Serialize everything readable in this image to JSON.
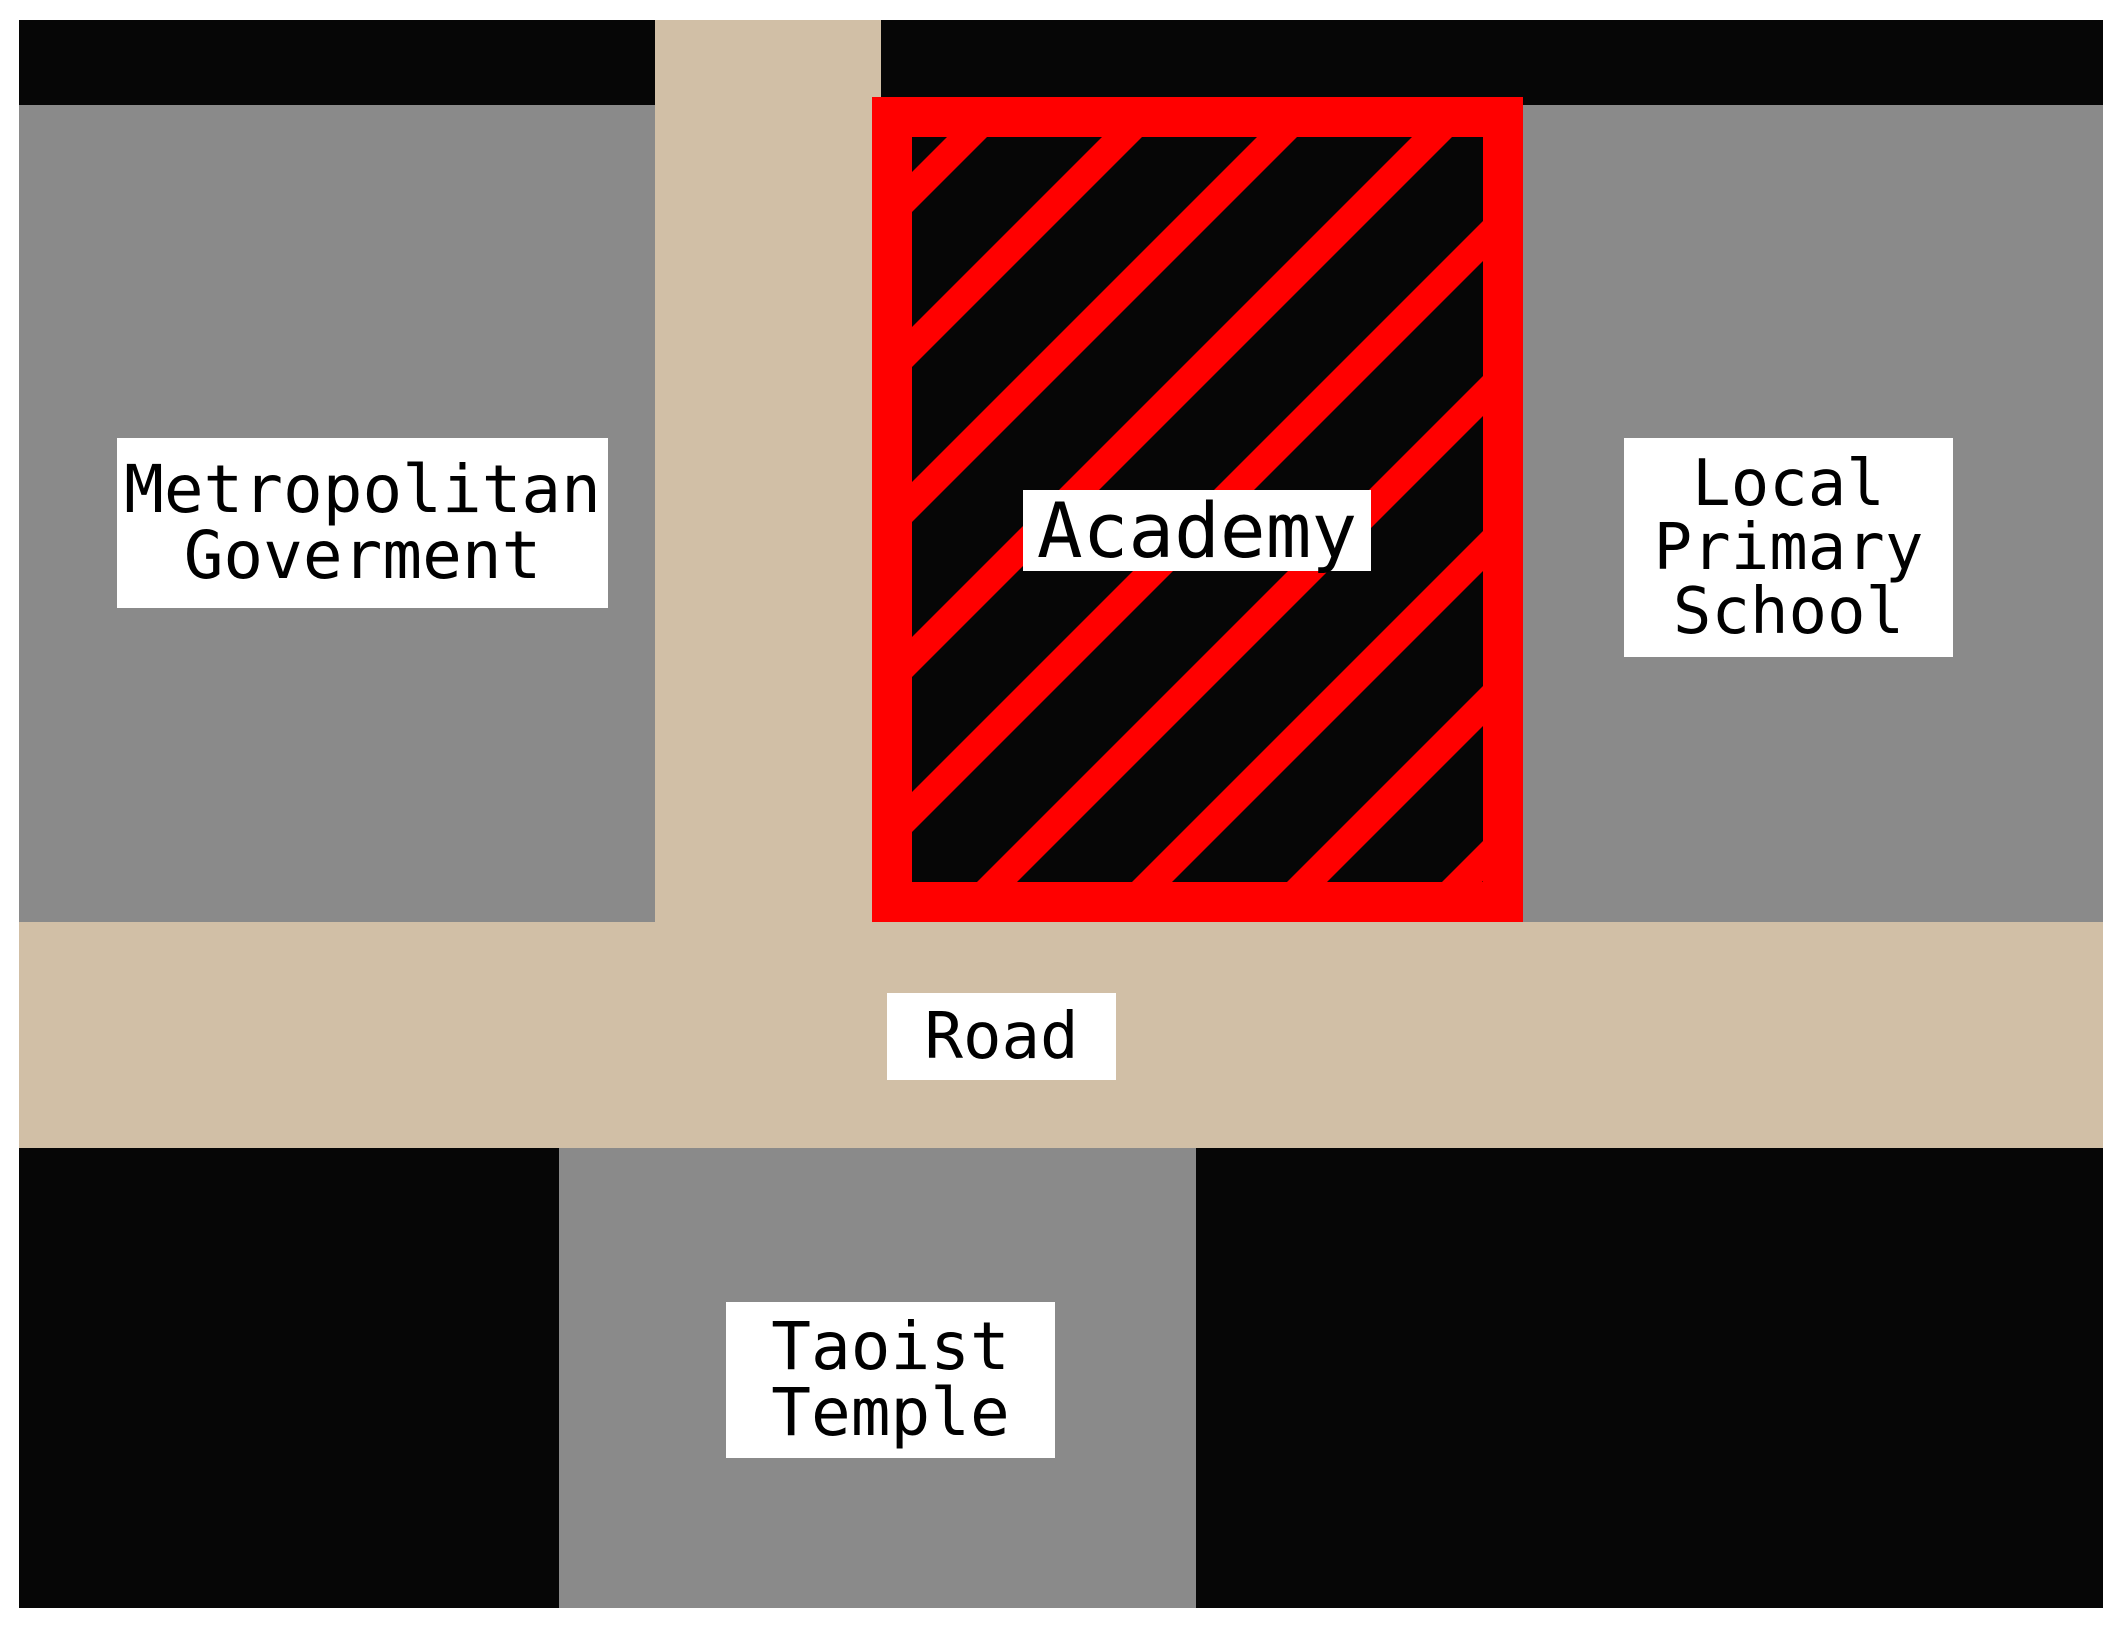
{
  "colors": {
    "background": "#ffffff",
    "dark_block": "#060606",
    "building": "#8a8a8a",
    "road": "#d1bfa6",
    "highlight": "#ff0000",
    "label_bg": "#ffffff",
    "label_text": "#000000"
  },
  "labels": {
    "metropolitan_government": [
      "Metropolitan",
      "Goverment"
    ],
    "academy": "Academy",
    "local_primary_school": [
      "Local",
      "Primary",
      "School"
    ],
    "road": "Road",
    "taoist_temple": [
      "Taoist",
      "Temple"
    ]
  },
  "highlight_pattern": "diagonal-stripes"
}
